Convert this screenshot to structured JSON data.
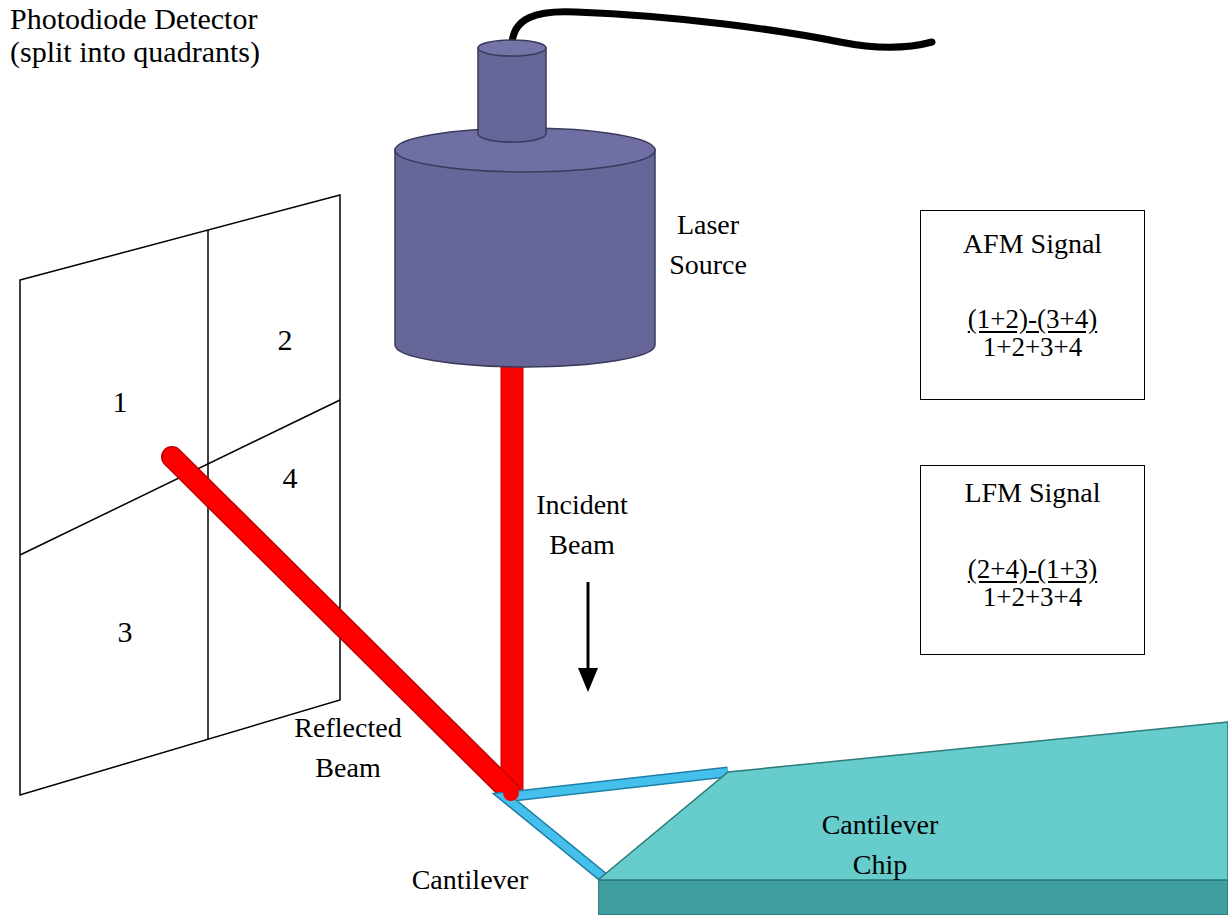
{
  "diagram": {
    "nodes": [
      {
        "text": [
          "AFM Signal",
          "(1+2)-(3+4)",
          "1+2+3+4"
        ]
      },
      {
        "text": [
          "LFM Signal",
          "(2+4)-(1+3)",
          "1+2+3+4"
        ]
      },
      {
        "text": [
          "Cantilever Chip"
        ]
      }
    ],
    "labels": [
      "Photodiode Detector (split into quadrants)",
      "1",
      "2",
      "3",
      "4",
      "Laser Source",
      "Incident Beam",
      "Reflected Beam",
      "Cantilever"
    ]
  }
}
